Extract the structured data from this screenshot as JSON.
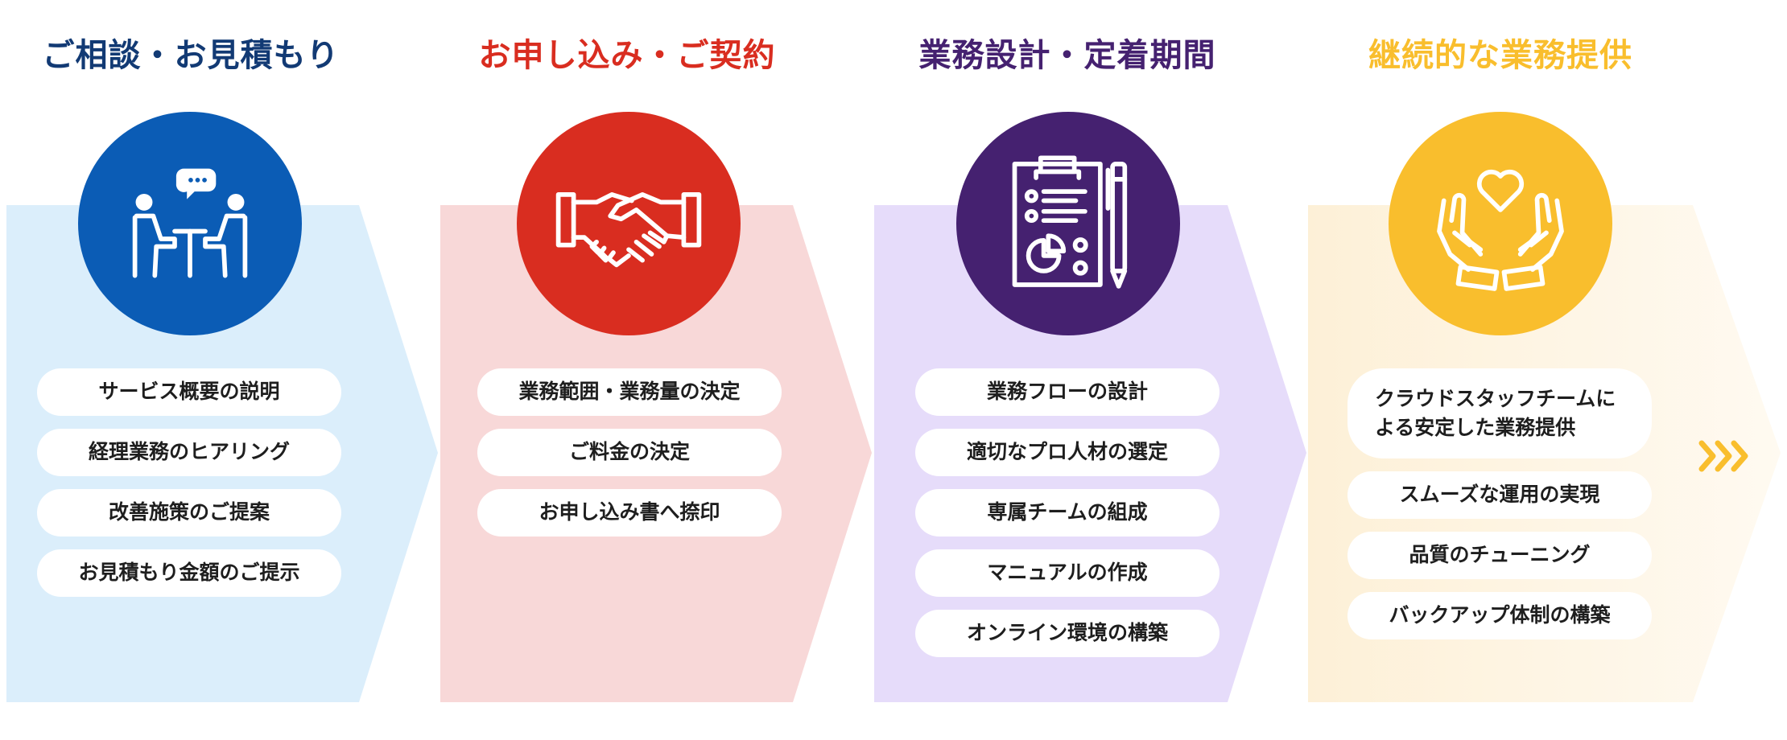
{
  "colors": {
    "blue": "#0b5cb5",
    "red": "#d92d20",
    "purple": "#452170",
    "yellow": "#f9be2d",
    "bg_blue": "#dbeefb",
    "bg_red": "#f8d8d8",
    "bg_purple": "#e6dcfa",
    "bg_yellow": "#fdf2dc"
  },
  "steps": [
    {
      "title": "ご相談・お見積もり",
      "icon": "meeting-icon",
      "items": [
        "サービス概要の説明",
        "経理業務のヒアリング",
        "改善施策のご提案",
        "お見積もり金額のご提示"
      ]
    },
    {
      "title": "お申し込み・ご契約",
      "icon": "handshake-icon",
      "items": [
        "業務範囲・業務量の決定",
        "ご料金の決定",
        "お申し込み書へ捺印"
      ]
    },
    {
      "title": "業務設計・定着期間",
      "icon": "clipboard-plan-icon",
      "items": [
        "業務フローの設計",
        "適切なプロ人材の選定",
        "専属チームの組成",
        "マニュアルの作成",
        "オンライン環境の構築"
      ]
    },
    {
      "title": "継続的な業務提供",
      "icon": "heart-hands-icon",
      "items": [
        "クラウドスタッフチームに\nよる安定した業務提供",
        "スムーズな運用の実現",
        "品質のチューニング",
        "バックアップ体制の構築"
      ]
    }
  ],
  "arrow_icon": "triple-chevron-right-icon"
}
